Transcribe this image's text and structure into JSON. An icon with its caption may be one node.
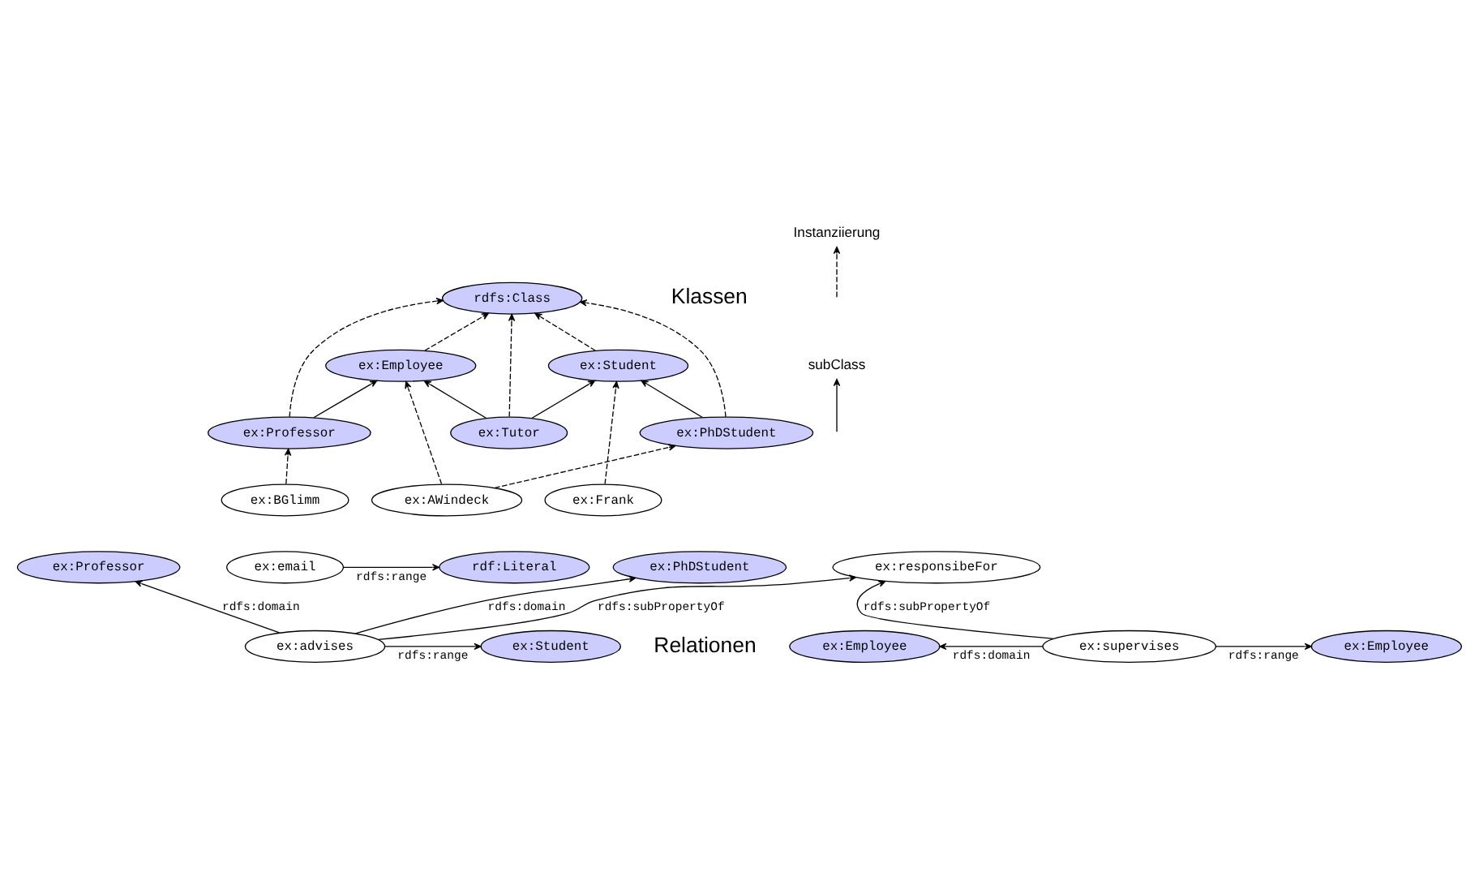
{
  "diagram": {
    "nodes": [
      {
        "text": [
          "rdfs:Class"
        ]
      },
      {
        "text": [
          "ex:Employee"
        ]
      },
      {
        "text": [
          "ex:Student"
        ]
      },
      {
        "text": [
          "ex:Professor"
        ]
      },
      {
        "text": [
          "ex:Tutor"
        ]
      },
      {
        "text": [
          "ex:PhDStudent"
        ]
      },
      {
        "text": [
          "ex:BGlimm"
        ]
      },
      {
        "text": [
          "ex:AWindeck"
        ]
      },
      {
        "text": [
          "ex:Frank"
        ]
      },
      {
        "text": [
          "ex:email"
        ]
      },
      {
        "text": [
          "rdf:Literal"
        ]
      },
      {
        "text": [
          "ex:Professor"
        ]
      },
      {
        "text": [
          "ex:advises"
        ]
      },
      {
        "text": [
          "ex:Student"
        ]
      },
      {
        "text": [
          "ex:PhDStudent"
        ]
      },
      {
        "text": [
          "ex:responsibeFor"
        ]
      },
      {
        "text": [
          "ex:Employee"
        ]
      },
      {
        "text": [
          "ex:supervises"
        ]
      },
      {
        "text": [
          "ex:Employee"
        ]
      }
    ],
    "edges": [
      {
        "from": 3,
        "to": 0,
        "arrow": "to",
        "style": "dashed"
      },
      {
        "from": 1,
        "to": 0,
        "arrow": "to",
        "style": "dashed"
      },
      {
        "from": 4,
        "to": 0,
        "arrow": "to",
        "style": "dashed"
      },
      {
        "from": 2,
        "to": 0,
        "arrow": "to",
        "style": "dashed"
      },
      {
        "from": 5,
        "to": 0,
        "arrow": "to",
        "style": "dashed"
      },
      {
        "from": 3,
        "to": 1,
        "arrow": "to"
      },
      {
        "from": 4,
        "to": 1,
        "arrow": "to"
      },
      {
        "from": 4,
        "to": 2,
        "arrow": "to"
      },
      {
        "from": 5,
        "to": 2,
        "arrow": "to"
      },
      {
        "from": 6,
        "to": 3,
        "arrow": "to",
        "style": "dashed"
      },
      {
        "from": 7,
        "to": 1,
        "arrow": "to",
        "style": "dashed"
      },
      {
        "from": 7,
        "to": 5,
        "arrow": "to",
        "style": "dashed"
      },
      {
        "from": 8,
        "to": 2,
        "arrow": "to",
        "style": "dashed"
      },
      {
        "from": 9,
        "to": 10,
        "arrow": "to",
        "label": "rdfs:range"
      },
      {
        "from": 12,
        "to": 11,
        "arrow": "to",
        "label": "rdfs:domain"
      },
      {
        "from": 12,
        "to": 13,
        "arrow": "to",
        "label": "rdfs:range"
      },
      {
        "from": 12,
        "to": 14,
        "arrow": "to",
        "label": "rdfs:domain"
      },
      {
        "from": 12,
        "to": 15,
        "arrow": "to",
        "label": "rdfs:subPropertyOf"
      },
      {
        "from": 17,
        "to": 15,
        "arrow": "to",
        "label": "rdfs:subPropertyOf"
      },
      {
        "from": 17,
        "to": 16,
        "arrow": "to",
        "label": "rdfs:domain"
      },
      {
        "from": 17,
        "to": 18,
        "arrow": "to",
        "label": "rdfs:range"
      }
    ],
    "labels": [
      "Klassen",
      "Relationen"
    ],
    "legend": [
      {
        "text": "Instanziierung"
      },
      {
        "text": "subClass"
      }
    ]
  }
}
